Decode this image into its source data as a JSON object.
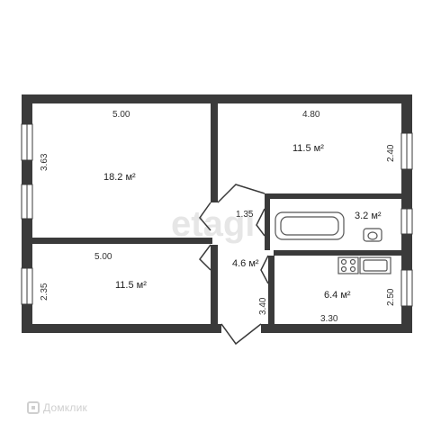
{
  "rooms": {
    "room_top_left": {
      "area": "18.2 м²",
      "width": "5.00",
      "height": "3.63"
    },
    "room_top_right": {
      "area": "11.5 м²",
      "width": "4.80",
      "height": "2.40"
    },
    "room_bottom_left": {
      "area": "11.5 м²",
      "width": "5.00",
      "height": "2.35"
    },
    "hall": {
      "area": "4.6 м²",
      "width": "1.35",
      "height": "3.40"
    },
    "bathroom": {
      "area": "3.2 м²"
    },
    "kitchen": {
      "area": "6.4 м²",
      "width": "3.30",
      "height": "2.50"
    }
  },
  "watermark": "etagi",
  "brand": "Домклик",
  "colors": {
    "wall": "#3a3a3a",
    "window": "#ffffff",
    "fixture": "#555555"
  }
}
